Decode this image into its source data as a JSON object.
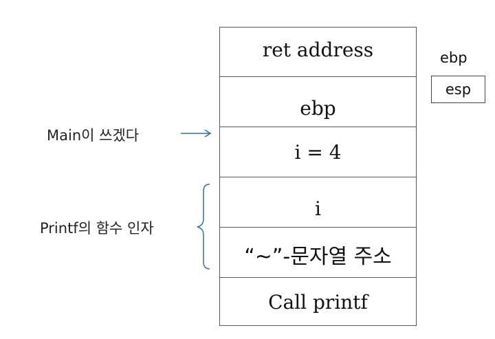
{
  "stack": {
    "cells": [
      "ret address",
      "ebp",
      "i = 4",
      "i",
      "“~”-문자열 주소",
      "Call printf"
    ]
  },
  "registers": {
    "top_label": "ebp",
    "box_label": "esp"
  },
  "annotations": {
    "main_label": "Main이 쓰겠다",
    "printf_label": "Printf의 함수 인자",
    "arrow_color": "#2f6fb5"
  }
}
